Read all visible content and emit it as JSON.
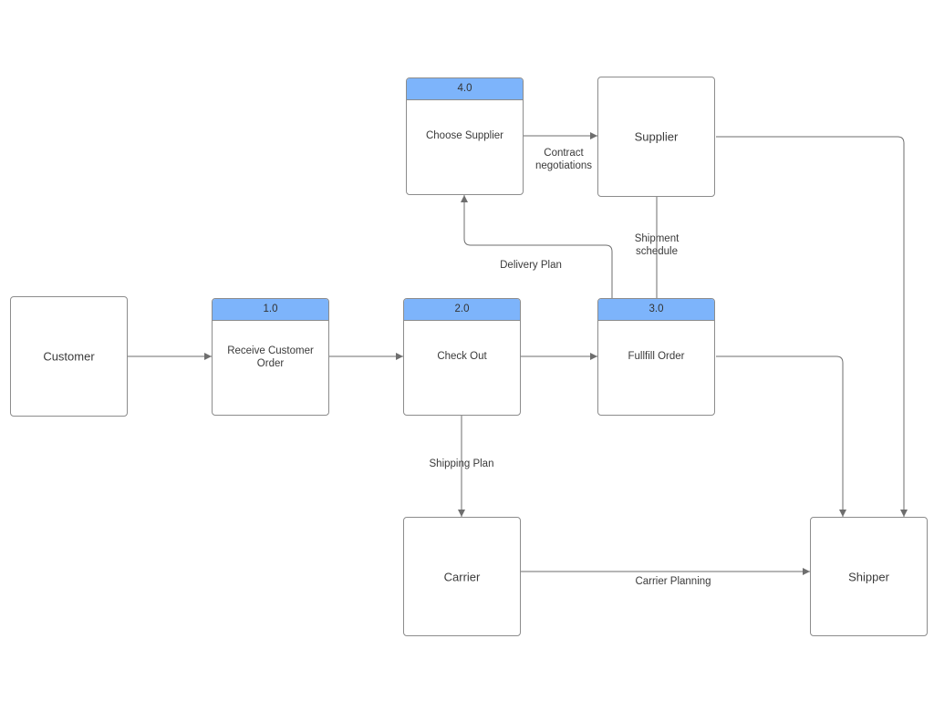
{
  "entities": {
    "customer": "Customer",
    "supplier": "Supplier",
    "carrier": "Carrier",
    "shipper": "Shipper"
  },
  "processes": {
    "p1": {
      "number": "1.0",
      "label_lines": [
        "Receive Customer",
        "Order"
      ]
    },
    "p2": {
      "number": "2.0",
      "label": "Check Out"
    },
    "p3": {
      "number": "3.0",
      "label": "Fullfill Order"
    },
    "p4": {
      "number": "4.0",
      "label": "Choose Supplier"
    }
  },
  "flows": {
    "contract_lines": [
      "Contract",
      "negotiations"
    ],
    "shipment_lines": [
      "Shipment",
      "schedule"
    ],
    "delivery_plan": "Delivery Plan",
    "shipping_plan": "Shipping Plan",
    "carrier_planning": "Carrier Planning"
  },
  "colors": {
    "process_header": "#7db4fb",
    "line": "#6e6e6e",
    "border": "#8c8c8c"
  }
}
